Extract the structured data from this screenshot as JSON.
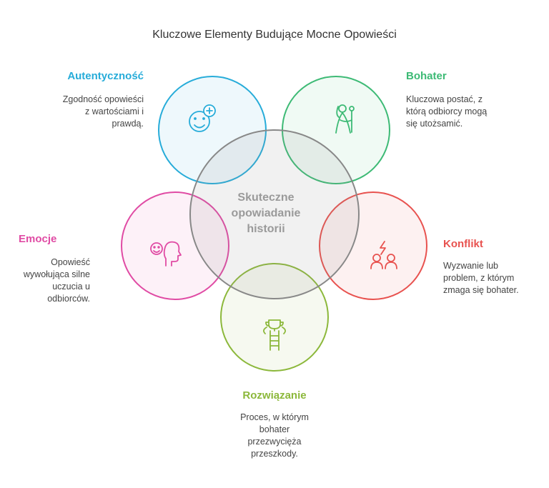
{
  "title": "Kluczowe Elementy Budujące Mocne Opowieści",
  "center": {
    "lines": [
      "Skuteczne",
      "opowiadanie",
      "historii"
    ]
  },
  "elements": [
    {
      "title": "Autentyczność",
      "description": [
        "Zgodność opowieści",
        "z wartościami i",
        "prawdą."
      ],
      "color": "#27acd9",
      "icon": "smiley-plus-icon"
    },
    {
      "title": "Bohater",
      "description": [
        "Kluczowa postać, z",
        "którą odbiorcy mogą",
        "się utożsamić."
      ],
      "color": "#3dba75",
      "icon": "hero-with-staff-icon"
    },
    {
      "title": "Konflikt",
      "description": [
        "Wyzwanie lub",
        "problem, z którym",
        "zmaga się bohater."
      ],
      "color": "#e8524f",
      "icon": "conflict-people-icon"
    },
    {
      "title": "Rozwiązanie",
      "description": [
        "Proces, w którym",
        "bohater",
        "przezwycięża",
        "przeszkody."
      ],
      "color": "#8cb83b",
      "icon": "ladder-trophy-icon"
    },
    {
      "title": "Emocje",
      "description": [
        "Opowieść",
        "wywołująca silne",
        "uczucia u",
        "odbiorców."
      ],
      "color": "#e04ba4",
      "icon": "emotion-head-icon"
    }
  ]
}
